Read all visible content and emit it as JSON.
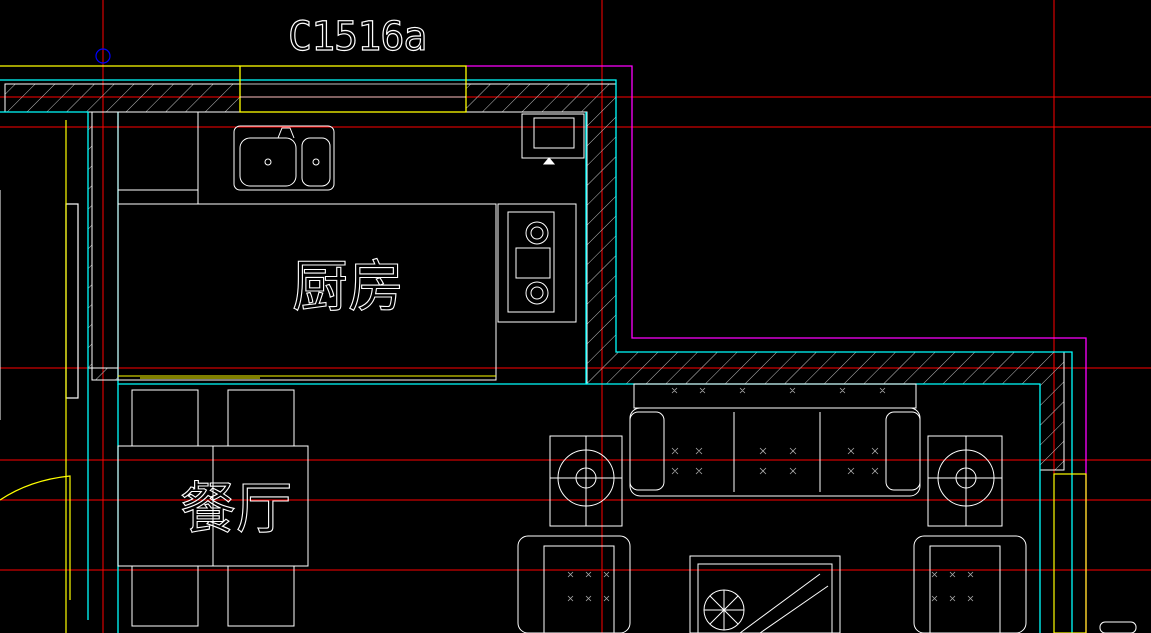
{
  "drawing": {
    "window_label": "C1516a",
    "rooms": {
      "kitchen": "厨房",
      "dining": "餐厅"
    }
  },
  "colors": {
    "background": "#000000",
    "axis_line": "#ff0000",
    "wall_inner": "#00ffff",
    "wall_outer": "#ff00ff",
    "window_line": "#ffff00",
    "furniture": "#ffffff",
    "hatch": "#c8c8c8"
  },
  "icons": {
    "snap_marker": "circle-marker-icon",
    "sink": "double-sink-icon",
    "stove": "gas-stove-icon",
    "lamp": "table-lamp-icon"
  }
}
